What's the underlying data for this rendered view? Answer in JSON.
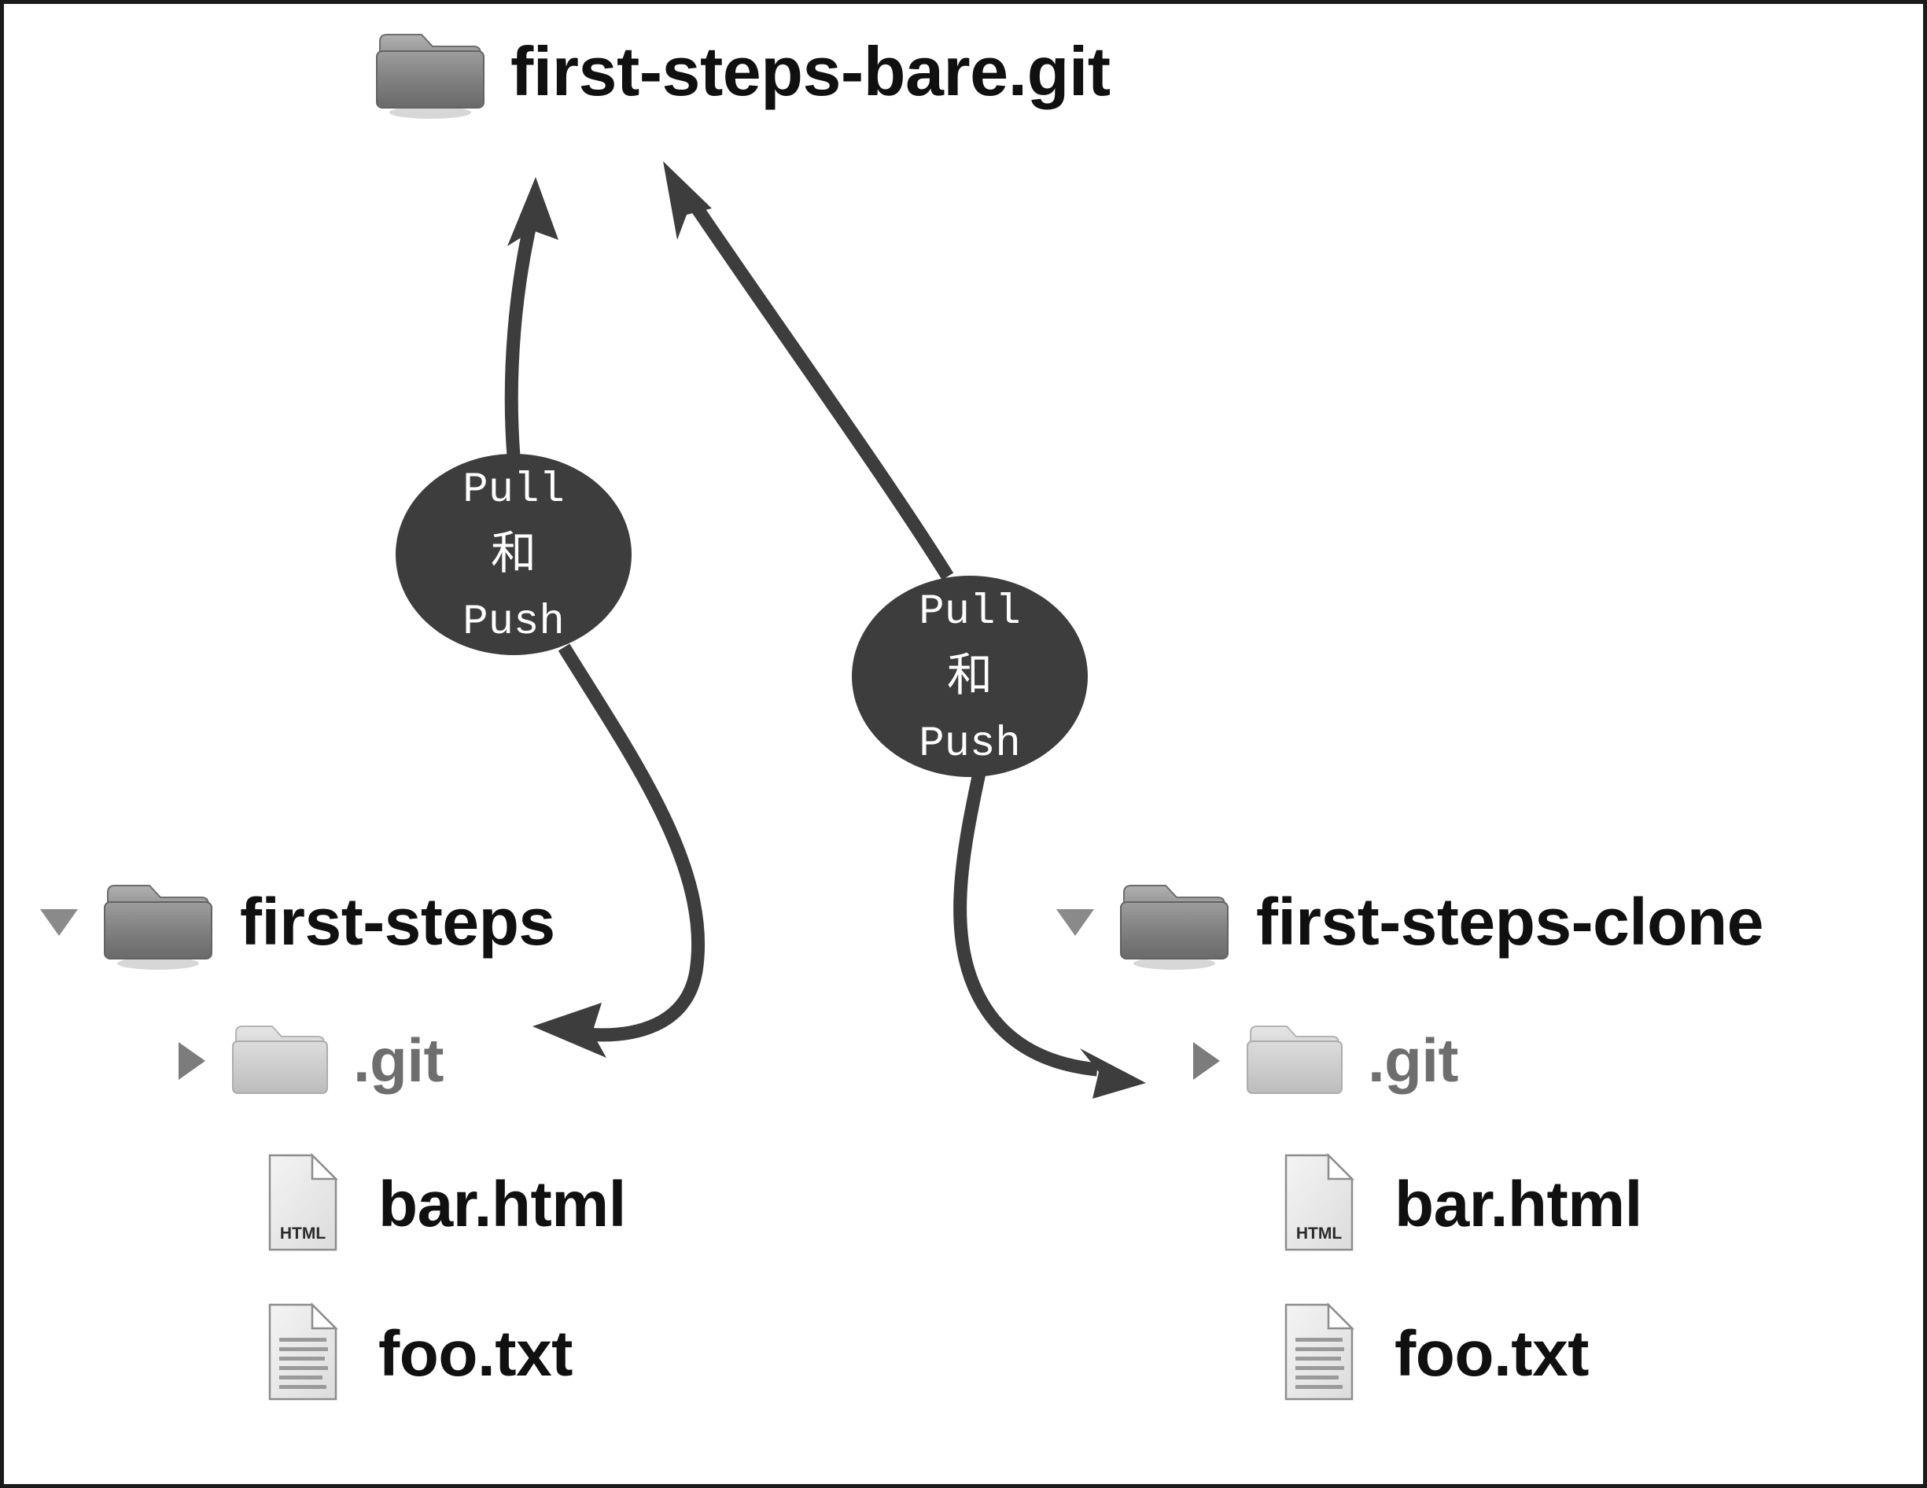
{
  "diagram": {
    "title_node": {
      "label": "first-steps-bare.git",
      "icon": "folder-dark-icon"
    },
    "bubbles": [
      {
        "id": "bubble-left",
        "line1": "Pull",
        "line2": "和",
        "line3": "Push"
      },
      {
        "id": "bubble-right",
        "line1": "Pull",
        "line2": "和",
        "line3": "Push"
      }
    ],
    "trees": [
      {
        "id": "tree-first-steps",
        "root": {
          "label": "first-steps",
          "disclosure": "triangle-down-icon",
          "icon": "folder-dark-icon"
        },
        "children": [
          {
            "label": ".git",
            "disclosure": "triangle-right-icon",
            "icon": "folder-light-icon",
            "style": "gray"
          },
          {
            "label": "bar.html",
            "disclosure": "none",
            "icon": "file-html-icon",
            "style": "dark",
            "badge": "HTML"
          },
          {
            "label": "foo.txt",
            "disclosure": "none",
            "icon": "file-text-icon",
            "style": "dark"
          }
        ]
      },
      {
        "id": "tree-first-steps-clone",
        "root": {
          "label": "first-steps-clone",
          "disclosure": "triangle-down-icon",
          "icon": "folder-dark-icon"
        },
        "children": [
          {
            "label": ".git",
            "disclosure": "triangle-right-icon",
            "icon": "folder-light-icon",
            "style": "gray"
          },
          {
            "label": "bar.html",
            "disclosure": "none",
            "icon": "file-html-icon",
            "style": "dark",
            "badge": "HTML"
          },
          {
            "label": "foo.txt",
            "disclosure": "none",
            "icon": "file-text-icon",
            "style": "dark"
          }
        ]
      }
    ],
    "arrows": [
      {
        "id": "arrow-push-left",
        "direction": "up",
        "from": "bubble-left",
        "to": "first-steps-bare.git"
      },
      {
        "id": "arrow-push-right",
        "direction": "up",
        "from": "bubble-right",
        "to": "first-steps-bare.git"
      },
      {
        "id": "arrow-pull-left",
        "direction": "down",
        "from": "bubble-left",
        "to": "first-steps/.git"
      },
      {
        "id": "arrow-pull-right",
        "direction": "down",
        "from": "bubble-right",
        "to": "first-steps-clone/.git"
      }
    ],
    "colors": {
      "ink": "#3d3d3d",
      "bubble_fill": "#3d3d3d",
      "bubble_text": "#ffffff",
      "label_dark": "#101010",
      "label_gray": "#6e6e6e",
      "folder_dark": "#7c7c7c",
      "folder_light": "#c9c9c9",
      "canvas": "#ffffff",
      "border": "#1a1a1a"
    }
  }
}
